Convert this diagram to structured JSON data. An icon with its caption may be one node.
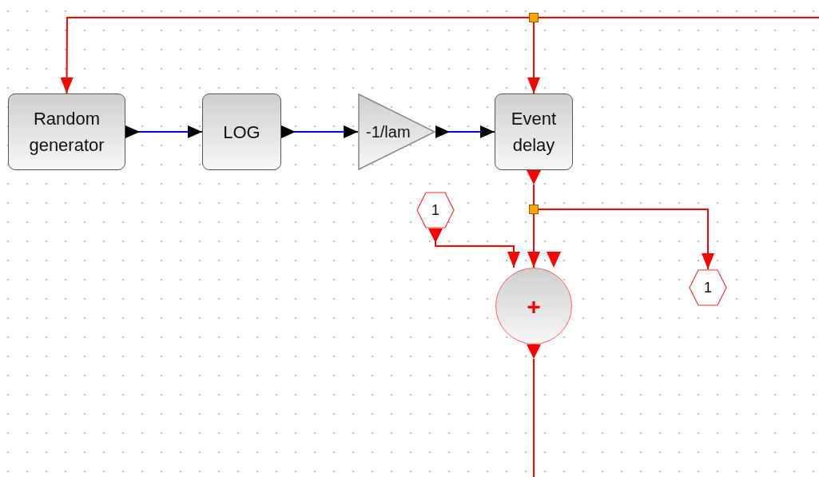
{
  "diagram": {
    "nodes": [
      {
        "text": [
          "Random generator"
        ]
      },
      {
        "text": [
          "LOG"
        ]
      },
      {
        "text": [
          "-1/lam"
        ]
      },
      {
        "text": [
          "Event delay"
        ]
      },
      {
        "text": [],
        "shape": "box"
      },
      {
        "text": [],
        "shape": "box"
      },
      {
        "text": [
          "1"
        ]
      },
      {
        "text": [
          "+"
        ]
      },
      {
        "text": [
          "1"
        ]
      }
    ],
    "edges": [
      {
        "from": 0,
        "to": 1,
        "arrow": "to",
        "color": "#0000ff"
      },
      {
        "from": 1,
        "to": 2,
        "arrow": "to",
        "color": "#0000ff"
      },
      {
        "from": 2,
        "to": 3,
        "arrow": "to",
        "color": "#0000ff"
      },
      {
        "from": null,
        "to": 4,
        "arrow": "none"
      },
      {
        "from": 4,
        "to": 0,
        "arrow": "to"
      },
      {
        "from": 4,
        "to": 3,
        "arrow": "to"
      },
      {
        "from": 3,
        "to": 5,
        "arrow": "none"
      },
      {
        "from": 5,
        "to": 7,
        "arrow": "to"
      },
      {
        "from": 5,
        "to": 8,
        "arrow": "to"
      },
      {
        "from": 6,
        "to": 7,
        "arrow": "to"
      },
      {
        "from": 7,
        "to": null,
        "arrow": "none"
      }
    ]
  }
}
